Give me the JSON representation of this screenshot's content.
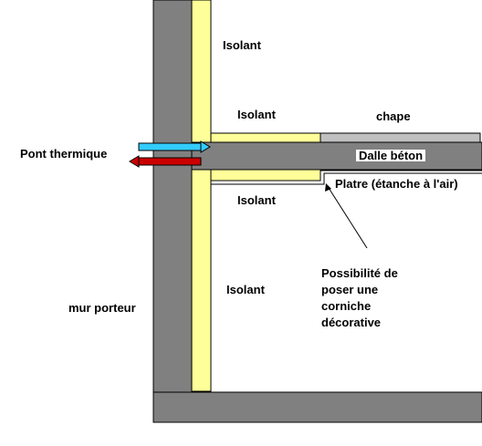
{
  "labels": {
    "isolant_top": "Isolant",
    "isolant_above_slab": "Isolant",
    "chape": "chape",
    "pont_thermique": "Pont thermique",
    "dalle_beton": "Dalle béton",
    "platre": "Platre (étanche à l'air)",
    "isolant_below_slab": "Isolant",
    "corniche_line1": "Possibilité de",
    "corniche_line2": "poser une",
    "corniche_line3": "corniche",
    "corniche_line4": "décorative",
    "isolant_bottom": "Isolant",
    "mur_porteur": "mur porteur"
  },
  "colors": {
    "concrete": "#808080",
    "insulation": "#ffff99",
    "screed": "#c0c0c0",
    "arrow_in": "#33ccff",
    "arrow_out": "#cc0000",
    "outline": "#000000",
    "background": "#ffffff"
  }
}
